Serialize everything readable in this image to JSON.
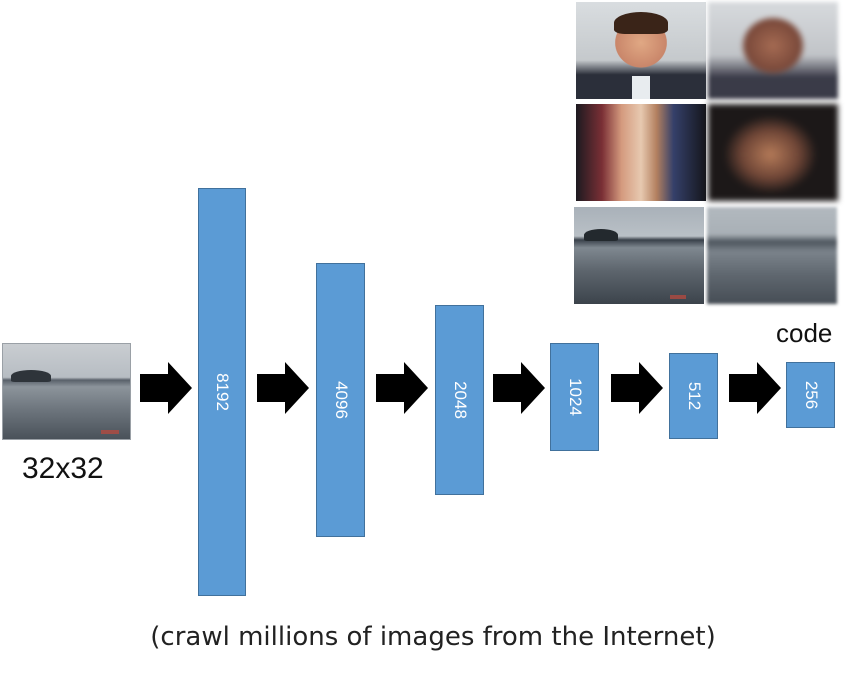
{
  "input": {
    "label": "32x32",
    "image": "input-lake-thumbnail"
  },
  "layers": [
    {
      "label": "8192"
    },
    {
      "label": "4096"
    },
    {
      "label": "2048"
    },
    {
      "label": "1024"
    },
    {
      "label": "512"
    },
    {
      "label": "256"
    }
  ],
  "code_label": "code",
  "caption": "(crawl millions of images from the Internet)",
  "examples": [
    {
      "original": "face-original-image",
      "reconstruction": "face-reconstruction-image"
    },
    {
      "original": "group-photo-original-image",
      "reconstruction": "group-photo-reconstruction-image"
    },
    {
      "original": "lake-original-image",
      "reconstruction": "lake-reconstruction-image"
    }
  ],
  "colors": {
    "layer_fill": "#5b9bd5",
    "layer_border": "#41719c",
    "arrow": "#000000"
  }
}
